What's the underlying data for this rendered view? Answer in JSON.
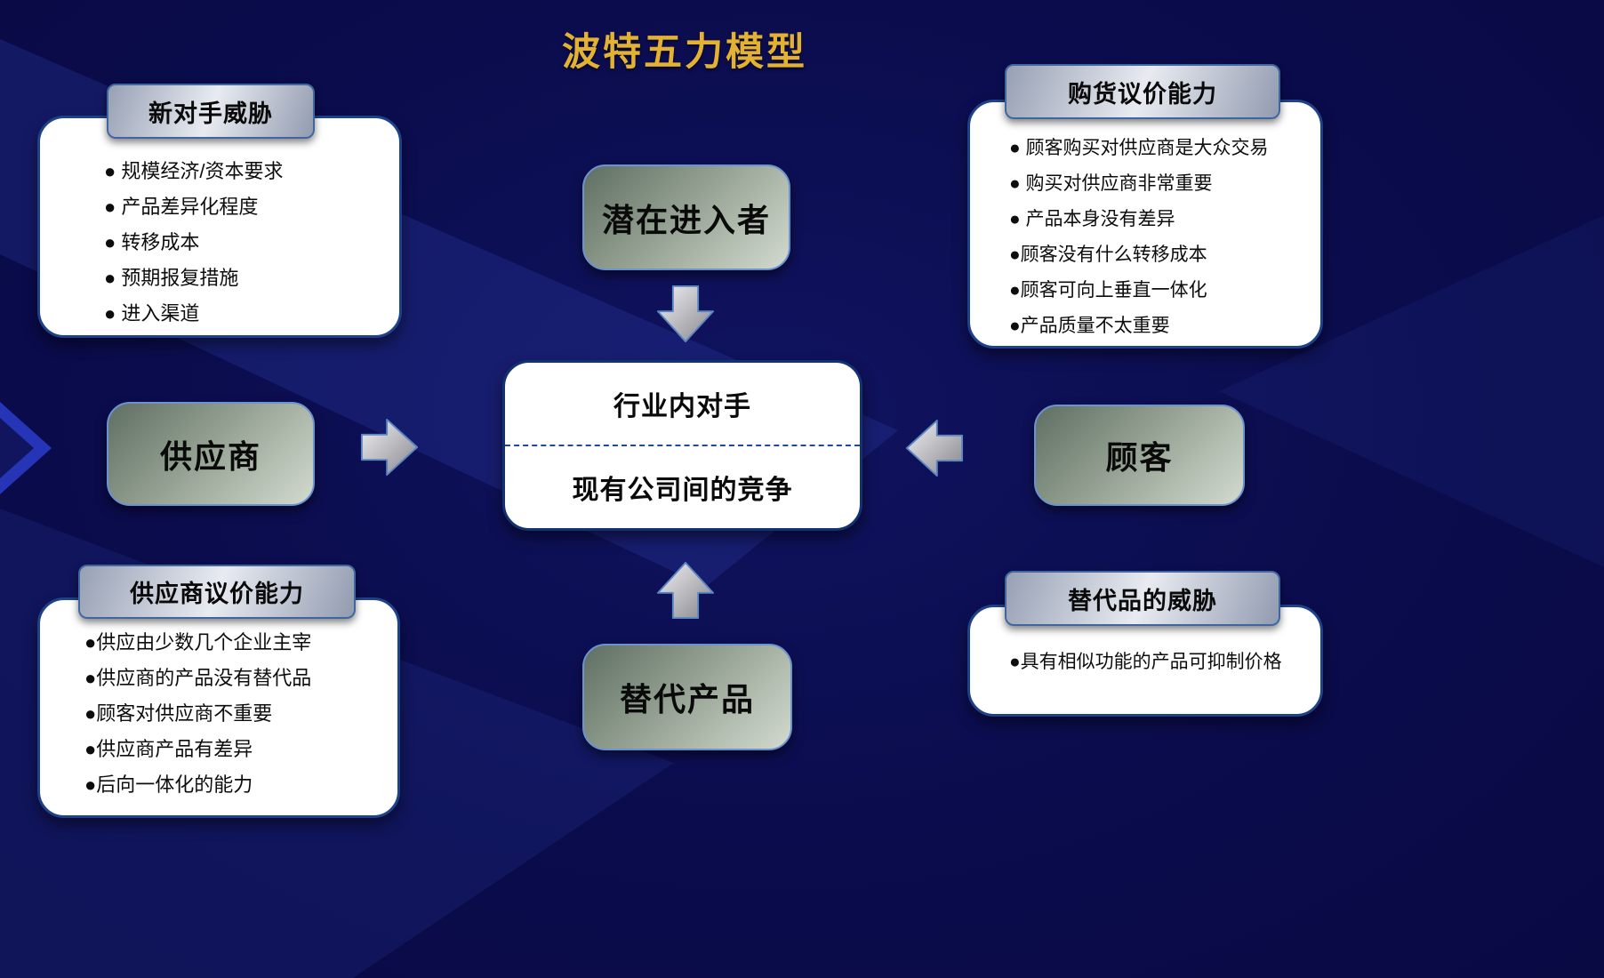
{
  "title": "波特五力模型",
  "colors": {
    "background": "#0a0b4a",
    "title_gold": "#e3b233",
    "node_green_dark": "#5f6f63",
    "node_green_light": "#d3dacf",
    "header_silver_dark": "#97a0b4",
    "header_silver_light": "#e8ebf1",
    "panel_border_blue": "#1d4289",
    "dashed_line_blue": "#1f4a96",
    "arrow_gray_light": "#f2f2f4",
    "arrow_gray_dark": "#87878f"
  },
  "groups": {
    "new_entrants_threat": {
      "header": "新对手威胁",
      "bullets": [
        "● 规模经济/资本要求",
        "● 产品差异化程度",
        "● 转移成本",
        "● 预期报复措施",
        "● 进入渠道"
      ]
    },
    "buyer_bargaining_power": {
      "header": "购货议价能力",
      "bullets": [
        "● 顾客购买对供应商是大众交易",
        "● 购买对供应商非常重要",
        "● 产品本身没有差异",
        "●顾客没有什么转移成本",
        "●顾客可向上垂直一体化",
        "●产品质量不太重要"
      ]
    },
    "supplier_bargaining_power": {
      "header": "供应商议价能力",
      "bullets": [
        "●供应由少数几个企业主宰",
        "●供应商的产品没有替代品",
        "●顾客对供应商不重要",
        "●供应商产品有差异",
        "●后向一体化的能力"
      ]
    },
    "substitutes_threat": {
      "header": "替代品的威胁",
      "bullets": [
        "●具有相似功能的产品可抑制价格"
      ]
    }
  },
  "nodes": {
    "potential_entrants": "潜在进入者",
    "suppliers": "供应商",
    "buyers": "顾客",
    "substitutes": "替代产品"
  },
  "center": {
    "top_label": "行业内对手",
    "bottom_label": "现有公司间的竞争"
  }
}
